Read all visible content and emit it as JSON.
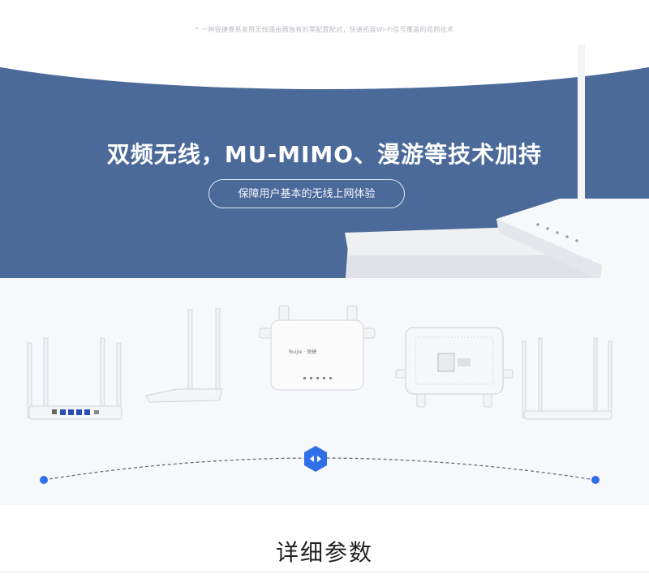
{
  "footnote": "* 一种锐捷睿易家用无线路由器独有的零配置配对，快速拓展Wi-Fi信号覆盖的组网技术",
  "hero": {
    "title": "双频无线，MU-MIMO、漫游等技术加持",
    "pill_label": "保障用户基本的无线上网体验"
  },
  "routers": {
    "front_logo": "Ruijie · 锐捷"
  },
  "section": {
    "title": "详细参数"
  },
  "colors": {
    "hero_blue": "#4b6a9a",
    "accent_blue": "#2f6fe8",
    "panel_bg": "#f7f8fb"
  }
}
